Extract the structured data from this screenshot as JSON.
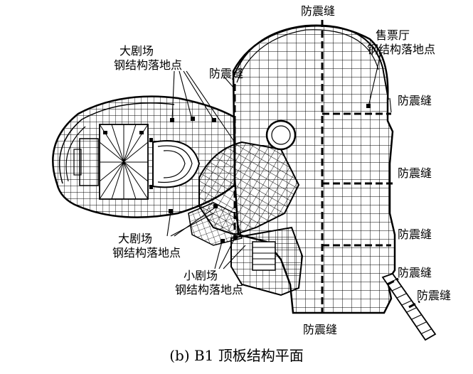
{
  "labels": {
    "joint_top": "防震缝",
    "ticket_hall_line1": "售票厅",
    "ticket_hall_line2": "钢结构落地点",
    "grand_theater_top_line1": "大剧场",
    "grand_theater_top_line2": "钢结构落地点",
    "joint_upper_left": "防震缝",
    "joint_right_1": "防震缝",
    "joint_right_2": "防震缝",
    "joint_right_3": "防震缝",
    "joint_right_4": "防震缝",
    "joint_right_5": "防震缝",
    "grand_theater_bottom_line1": "大剧场",
    "grand_theater_bottom_line2": "钢结构落地点",
    "small_theater_line1": "小剧场",
    "small_theater_line2": "钢结构落地点",
    "joint_bottom": "防震缝"
  },
  "caption": "(b)  B1 顶板结构平面"
}
